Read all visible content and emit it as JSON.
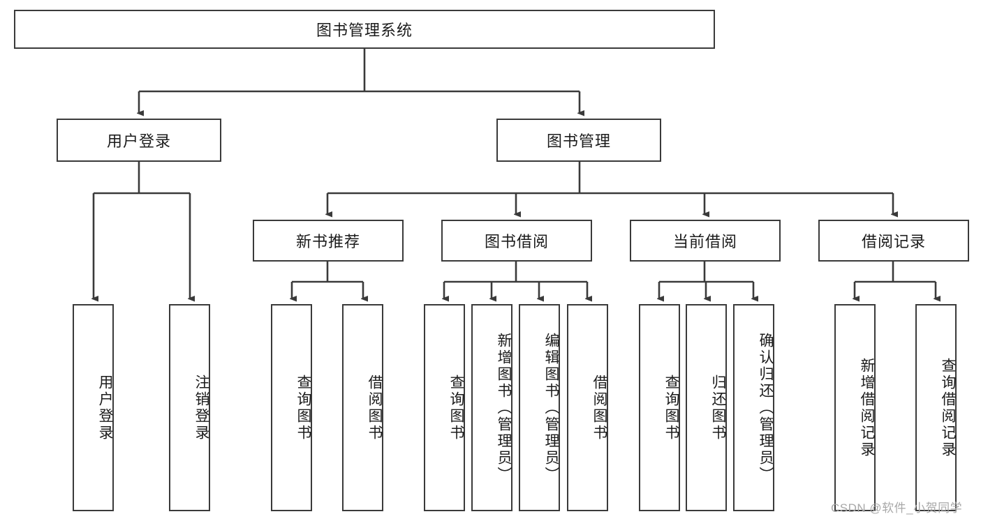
{
  "diagram": {
    "title": "图书管理系统",
    "type": "tree",
    "watermark": "CSDN @软件_小贺同学",
    "colors": {
      "box_border": "#3a3a3a",
      "box_fill": "#ffffff",
      "edge": "#3a3a3a",
      "text": "#1b1b1b",
      "watermark": "#a8a8a8"
    },
    "nodes": {
      "root": {
        "label": "图书管理系统"
      },
      "level2": [
        {
          "id": "user-login",
          "label": "用户登录"
        },
        {
          "id": "book-manage",
          "label": "图书管理"
        }
      ],
      "level3": [
        {
          "id": "new-book-rec",
          "label": "新书推荐"
        },
        {
          "id": "book-borrow",
          "label": "图书借阅"
        },
        {
          "id": "current-borrow",
          "label": "当前借阅"
        },
        {
          "id": "borrow-record",
          "label": "借阅记录"
        }
      ],
      "leaves": {
        "user-login": [
          {
            "id": "leaf-user-login",
            "label": "用户登录"
          },
          {
            "id": "leaf-logout",
            "label": "注销登录"
          }
        ],
        "new-book-rec": [
          {
            "id": "leaf-query-book-1",
            "label": "查询图书"
          },
          {
            "id": "leaf-borrow-book-1",
            "label": "借阅图书"
          }
        ],
        "book-borrow": [
          {
            "id": "leaf-query-book-2",
            "label": "查询图书"
          },
          {
            "id": "leaf-add-book",
            "label": "新增图书（管理员）"
          },
          {
            "id": "leaf-edit-book",
            "label": "编辑图书（管理员）"
          },
          {
            "id": "leaf-borrow-book-2",
            "label": "借阅图书"
          }
        ],
        "current-borrow": [
          {
            "id": "leaf-query-book-3",
            "label": "查询图书"
          },
          {
            "id": "leaf-return-book",
            "label": "归还图书"
          },
          {
            "id": "leaf-confirm-return",
            "label": "确认归还（管理员）"
          }
        ],
        "borrow-record": [
          {
            "id": "leaf-add-record",
            "label": "新增借阅记录"
          },
          {
            "id": "leaf-query-record",
            "label": "查询借阅记录"
          }
        ]
      }
    }
  }
}
